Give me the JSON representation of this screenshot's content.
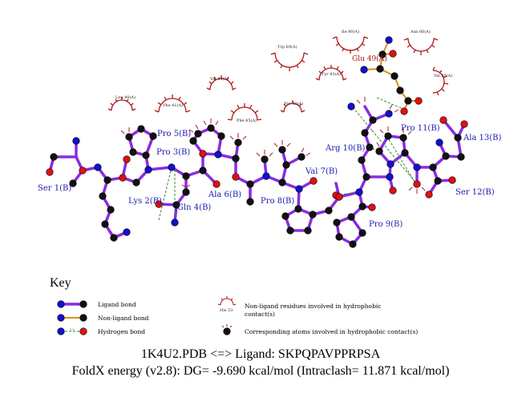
{
  "residues": [
    {
      "id": "ser1",
      "label": "Ser 1(B)"
    },
    {
      "id": "lys2",
      "label": "Lys 2(B)"
    },
    {
      "id": "pro3",
      "label": "Pro 3(B)"
    },
    {
      "id": "gln4",
      "label": "Gln 4(B)"
    },
    {
      "id": "pro5",
      "label": "Pro 5(B)"
    },
    {
      "id": "ala6",
      "label": "Ala 6(B)"
    },
    {
      "id": "val7",
      "label": "Val 7(B)"
    },
    {
      "id": "pro8",
      "label": "Pro 8(B)"
    },
    {
      "id": "pro9",
      "label": "Pro 9(B)"
    },
    {
      "id": "arg10",
      "label": "Arg 10(B)"
    },
    {
      "id": "pro11",
      "label": "Pro 11(B)"
    },
    {
      "id": "ser12",
      "label": "Ser 12(B)"
    },
    {
      "id": "ala13",
      "label": "Ala 13(B)"
    },
    {
      "id": "glu49",
      "label": "Glu 49(A)"
    }
  ],
  "hydrophobic_residues": [
    {
      "id": "leu40",
      "label": "Leu 40(A)"
    },
    {
      "id": "phe41",
      "label": "Phe 41(A)"
    },
    {
      "id": "val84",
      "label": "Val 84(A)"
    },
    {
      "id": "phe85",
      "label": "Phe 85(A)"
    },
    {
      "id": "trp69",
      "label": "Trp 69(A)"
    },
    {
      "id": "pro82",
      "label": "Pro 82(A)"
    },
    {
      "id": "ile80",
      "label": "Ile 80(A)"
    },
    {
      "id": "asn66",
      "label": "Asn 66(A)"
    },
    {
      "id": "tyr43",
      "label": "Tyr 43(A)"
    },
    {
      "id": "val65",
      "label": "Val 65(A)"
    }
  ],
  "key": {
    "title": "Key",
    "ligand_bond": "Ligand bond",
    "nonligand_bond": "Non-ligand bond",
    "hydrogen_bond": "Hydrogen bond",
    "hbond_sample": "3.0",
    "hp_sample_label": "His 53",
    "hp_residues": "Non-ligand residues involved in hydrophobic",
    "hp_residues_2": "contact(s)",
    "hp_atoms": "Corresponding atoms involved in hydrophobic contact(s)"
  },
  "caption": {
    "line1": "1K4U2.PDB <=> Ligand: SKPQPAVPPRPSA",
    "line2": "FoldX energy (v2.8): DG= -9.690 kcal/mol (Intraclash= 11.871 kcal/mol)"
  },
  "colors": {
    "ligand_bond": "#8a2be2",
    "nonligand_bond": "#d9901a",
    "hbond": "#2e8b2e",
    "carbon": "#111111",
    "nitrogen": "#1010d0",
    "oxygen": "#e01010",
    "hydrophobic": "#b01818"
  }
}
